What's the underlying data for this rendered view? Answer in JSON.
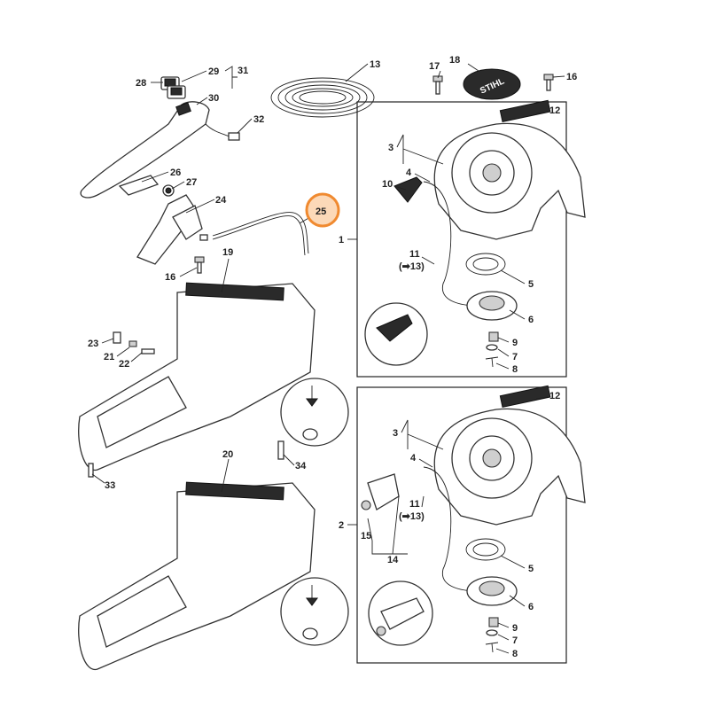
{
  "diagram": {
    "highlight_color": "#f08a30",
    "highlight_fill": "#fcd9b8",
    "highlighted_part": "25",
    "callouts": {
      "c28": "28",
      "c29": "29",
      "c31": "31",
      "c30": "30",
      "c32": "32",
      "c26": "26",
      "c27": "27",
      "c24": "24",
      "c25": "25",
      "c16a": "16",
      "c19": "19",
      "c13": "13",
      "c17": "17",
      "c18": "18",
      "c16b": "16",
      "c12a": "12",
      "c3a": "3",
      "c4a": "4",
      "c10": "10",
      "c1": "1",
      "c11a": "11",
      "c13ref_a": "(➡13)",
      "c5a": "5",
      "c6a": "6",
      "c9a": "9",
      "c7a": "7",
      "c8a": "8",
      "c23": "23",
      "c21": "21",
      "c22": "22",
      "c34": "34",
      "c33": "33",
      "c20": "20",
      "c12b": "12",
      "c3b": "3",
      "c4b": "4",
      "c11b": "11",
      "c13ref_b": "(➡13)",
      "c2": "2",
      "c15": "15",
      "c14": "14",
      "c5b": "5",
      "c6b": "6",
      "c9b": "9",
      "c7b": "7",
      "c8b": "8"
    },
    "logo_text": "STIHL"
  }
}
